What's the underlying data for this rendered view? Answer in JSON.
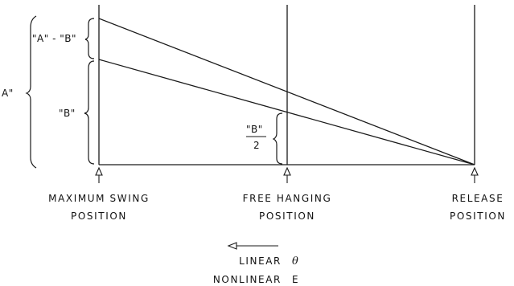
{
  "bracket_labels": {
    "a_minus_b": "\"A\" - \"B\"",
    "a": "A\"",
    "b": "\"B\"",
    "half_b_numerator": "\"B\"",
    "half_b_denominator": "2"
  },
  "positions": {
    "maximum_swing": [
      "MAXIMUM SWING",
      "POSITION"
    ],
    "free_hanging": [
      "FREE HANGING",
      "POSITION"
    ],
    "release": [
      "RELEASE",
      "POSITION"
    ]
  },
  "legend": {
    "linear_label": "LINEAR",
    "linear_symbol": "θ",
    "nonlinear_label": "NONLINEAR",
    "nonlinear_symbol": "E"
  }
}
